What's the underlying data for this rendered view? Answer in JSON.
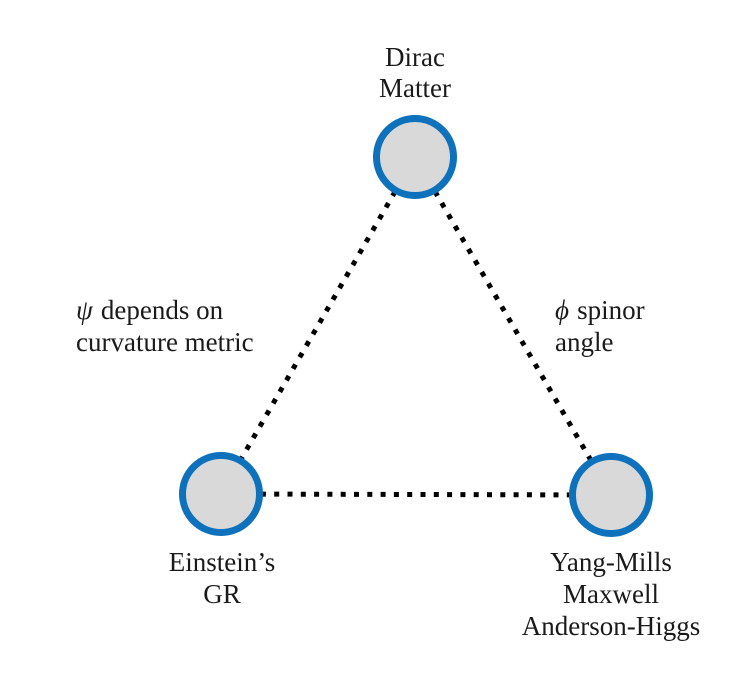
{
  "figure": {
    "background_color": "#ffffff",
    "node_fill_color": "#d9d9d9",
    "node_border_color": "#0e71bc",
    "edge_color": "#000000",
    "edge_style": "dotted",
    "nodes": {
      "top": {
        "lines": [
          "Dirac",
          "Matter"
        ]
      },
      "bottom_left": {
        "lines": [
          "Einstein’s",
          "GR"
        ]
      },
      "bottom_right": {
        "lines": [
          "Yang-Mills",
          "Maxwell",
          "Anderson-Higgs"
        ]
      }
    },
    "edge_labels": {
      "left": {
        "symbol": "ψ",
        "text": "depends on",
        "line2": "curvature metric"
      },
      "right": {
        "symbol": "ϕ",
        "text": "spinor",
        "line2": "angle"
      }
    }
  }
}
